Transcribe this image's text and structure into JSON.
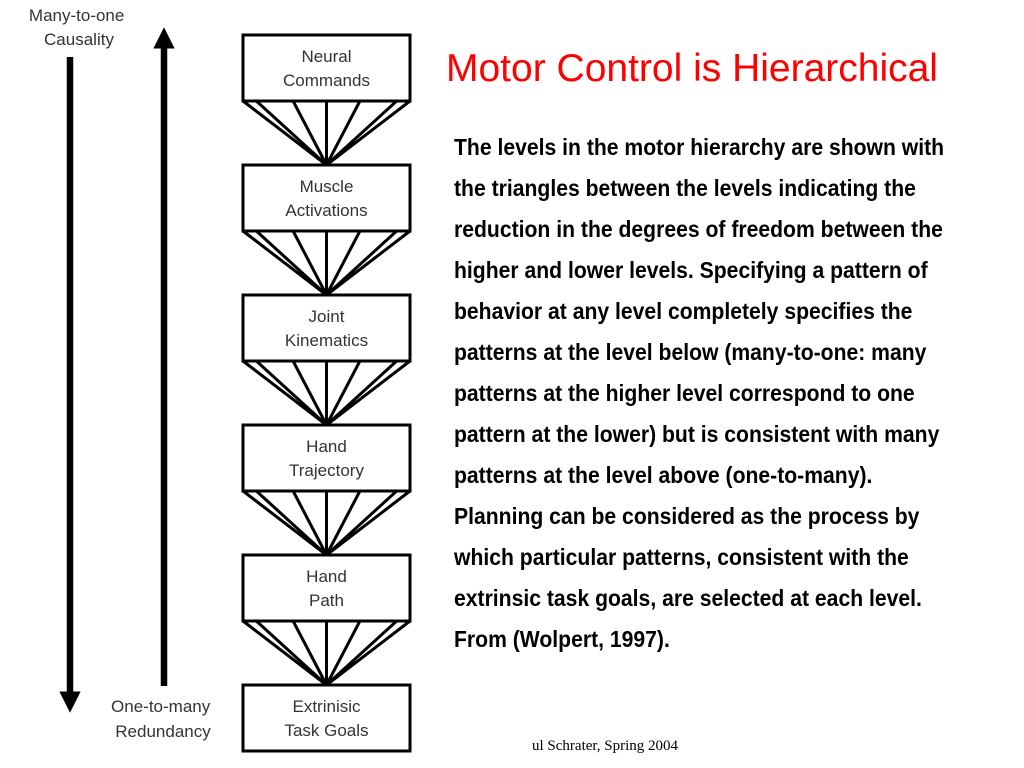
{
  "title": {
    "text": "Motor Control is Hierarchical",
    "color": "#ff0000"
  },
  "diagram": {
    "levels": [
      {
        "line1": "Neural",
        "line2": "Commands"
      },
      {
        "line1": "Muscle",
        "line2": "Activations"
      },
      {
        "line1": "Joint",
        "line2": "Kinematics"
      },
      {
        "line1": "Hand",
        "line2": "Trajectory"
      },
      {
        "line1": "Hand",
        "line2": "Path"
      },
      {
        "line1": "Extrinisic",
        "line2": "Task Goals"
      }
    ],
    "top_label": {
      "line1": "Many-to-one",
      "line2": "Causality"
    },
    "bottom_label": {
      "line1": "One-to-many",
      "line2": "Redundancy"
    },
    "box_text_color": "#333333"
  },
  "body": "The levels in the motor hierarchy are shown with the triangles between the levels indicating the reduction in the degrees of freedom between the higher and lower levels. Specifying a pattern of behavior at any level completely specifies the patterns at the level below (many-to-one: many patterns at the higher level correspond to one pattern at the lower) but is consistent with many patterns at the level above (one-to-many). Planning can be considered as the process by which particular patterns, consistent with the extrinsic task goals, are selected at each level. From (Wolpert, 1997).",
  "footer": "ul Schrater, Spring 2004"
}
